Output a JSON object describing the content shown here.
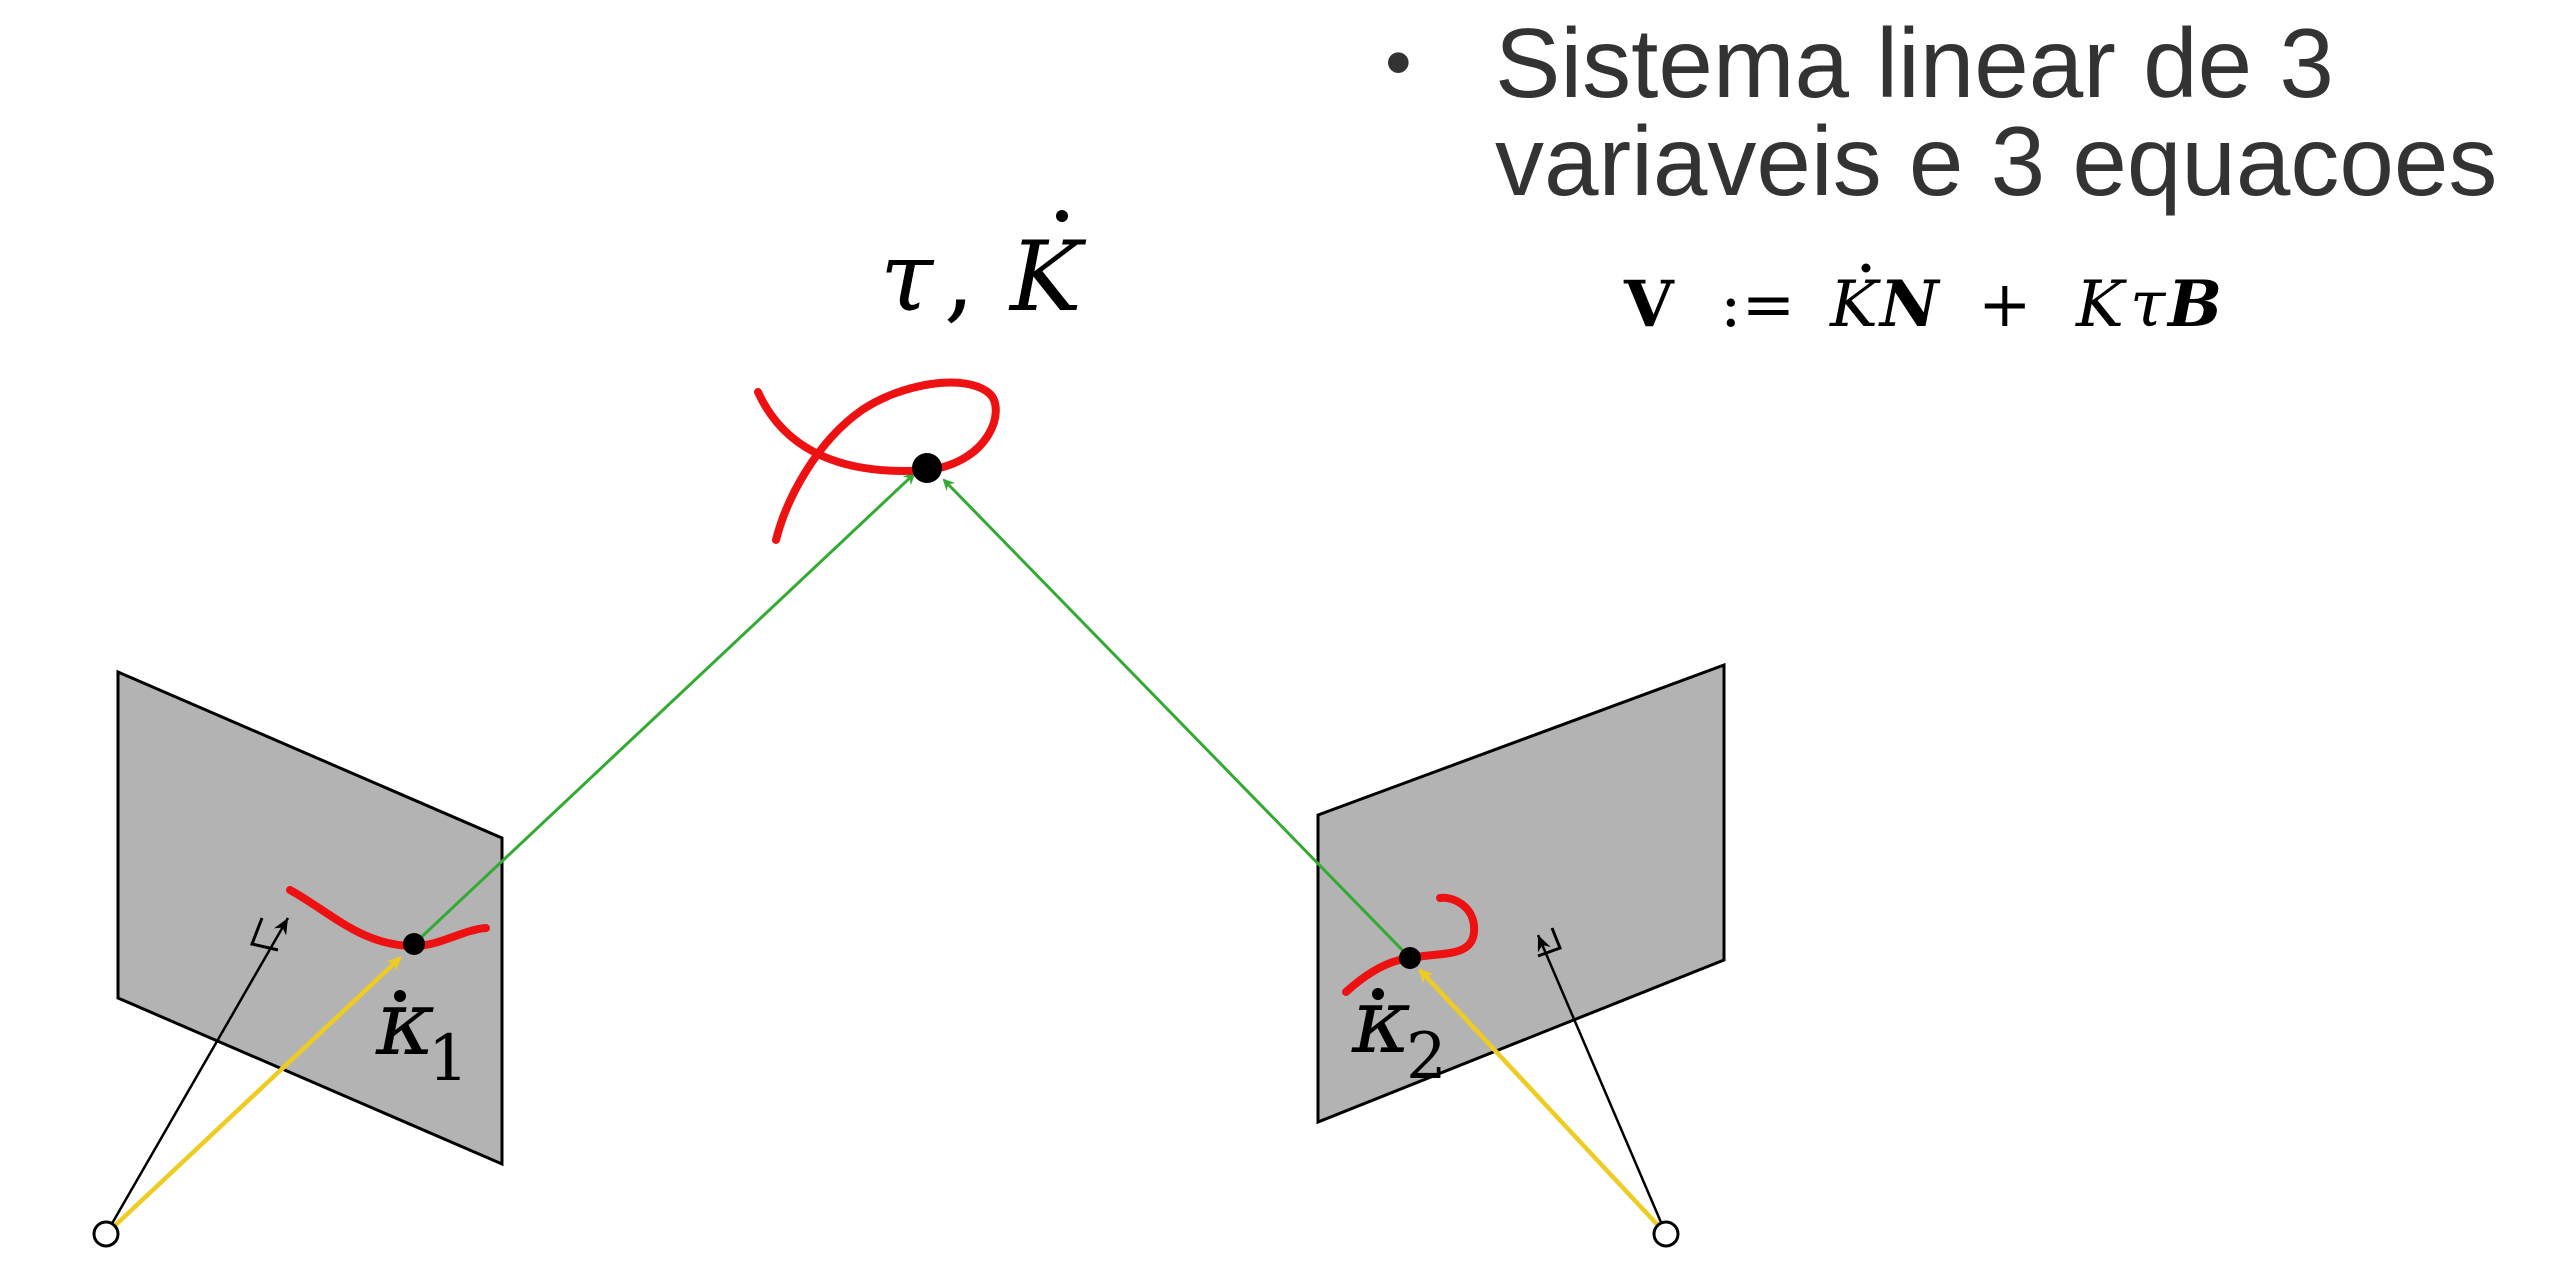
{
  "bullet": {
    "symbol": "•",
    "line1": "Sistema linear de 3",
    "line2": "variaveis e 3 equacoes"
  },
  "equation": {
    "lhs": "V",
    "assign": ":=",
    "k_dot": "K",
    "n": "N",
    "plus": "+",
    "k": "K",
    "tau": "τ",
    "b": "B"
  },
  "top_label": {
    "tau": "τ",
    "comma": ",",
    "k_dot": "K"
  },
  "label_kappa1": {
    "symbol": "κ",
    "subscript": "1"
  },
  "label_kappa2": {
    "symbol": "κ",
    "subscript": "2"
  },
  "colors": {
    "curve": "#ee1111",
    "green_ray": "#33aa33",
    "yellow_ray": "#eecc22",
    "plane_fill": "#b3b3b3",
    "text": "#333333"
  }
}
